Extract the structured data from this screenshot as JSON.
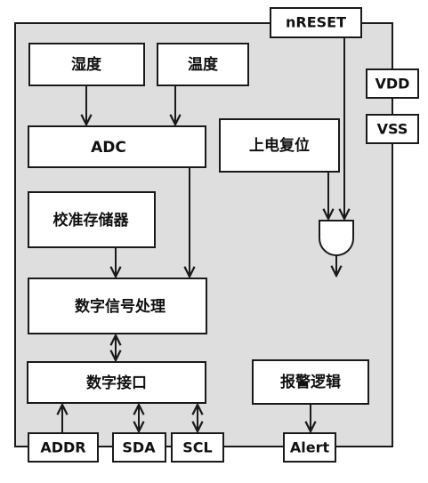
{
  "colors": {
    "chip_fill": "#dedede",
    "block_fill": "#ffffff",
    "stroke": "#1a1a1a"
  },
  "blocks": {
    "humidity": "湿度",
    "temperature": "温度",
    "adc": "ADC",
    "power_on_reset": "上电复位",
    "calibration_memory": "校准存储器",
    "digital_signal_processing": "数字信号处理",
    "digital_interface": "数字接口",
    "alarm_logic": "报警逻辑"
  },
  "pins": {
    "nreset": "nRESET",
    "vdd": "VDD",
    "vss": "VSS",
    "addr": "ADDR",
    "sda": "SDA",
    "scl": "SCL",
    "alert": "Alert"
  },
  "gate": {
    "type": "and-gate"
  }
}
